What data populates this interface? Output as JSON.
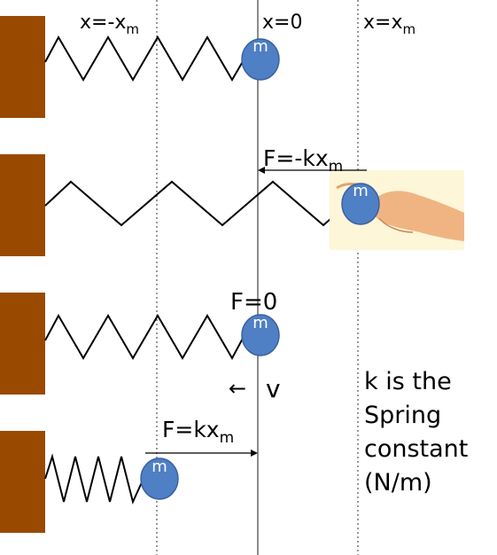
{
  "positions": {
    "left": "x=-x",
    "center": "x=0",
    "right": "x=x",
    "subscript": "m"
  },
  "mass_label": "m",
  "row2": {
    "force_main": "F=-kx",
    "force_sub": "m"
  },
  "row3": {
    "force": "F=0",
    "velocity_arrow": "←",
    "velocity": "v"
  },
  "row4": {
    "force_main": "F=kx",
    "force_sub": "m"
  },
  "note": {
    "line1": "k is the",
    "line2": "Spring",
    "line3": "constant",
    "line4": "(N/m)"
  },
  "colors": {
    "wall": "#994a00",
    "mass": "#4f7fc4",
    "mass_stroke": "#3a62a0",
    "hand_bg": "#fdf6d8",
    "skin": "#f0b483",
    "guide": "#555555"
  }
}
